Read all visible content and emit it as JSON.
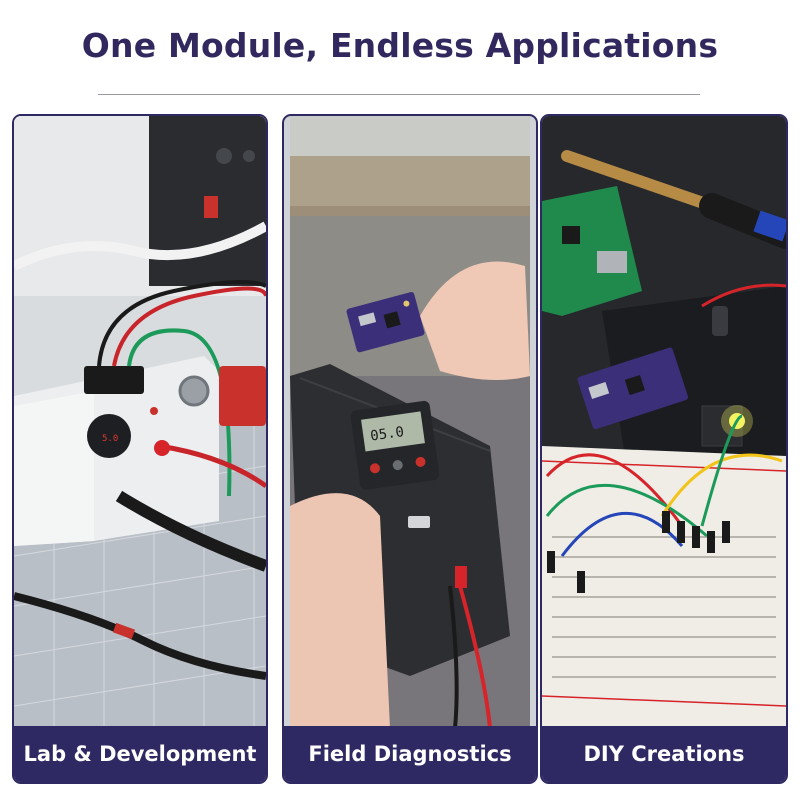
{
  "header": {
    "title": "One Module, Endless Applications"
  },
  "panels": [
    {
      "caption": "Lab & Development",
      "scene": "lab-bench-power-supply"
    },
    {
      "caption": "Field Diagnostics",
      "scene": "handheld-multimeter-power-bank"
    },
    {
      "caption": "DIY Creations",
      "scene": "breadboard-microcontroller-project"
    }
  ],
  "colors": {
    "brand": "#2f2963",
    "title": "#32285e",
    "caption_text": "#ffffff",
    "module_pcb": "#3c2f7a",
    "pcb_green": "#1f8a4c",
    "wire_red": "#d6242a",
    "wire_green": "#1c9a5a",
    "wire_yellow": "#f2c41a",
    "wire_blue": "#2546b8"
  }
}
